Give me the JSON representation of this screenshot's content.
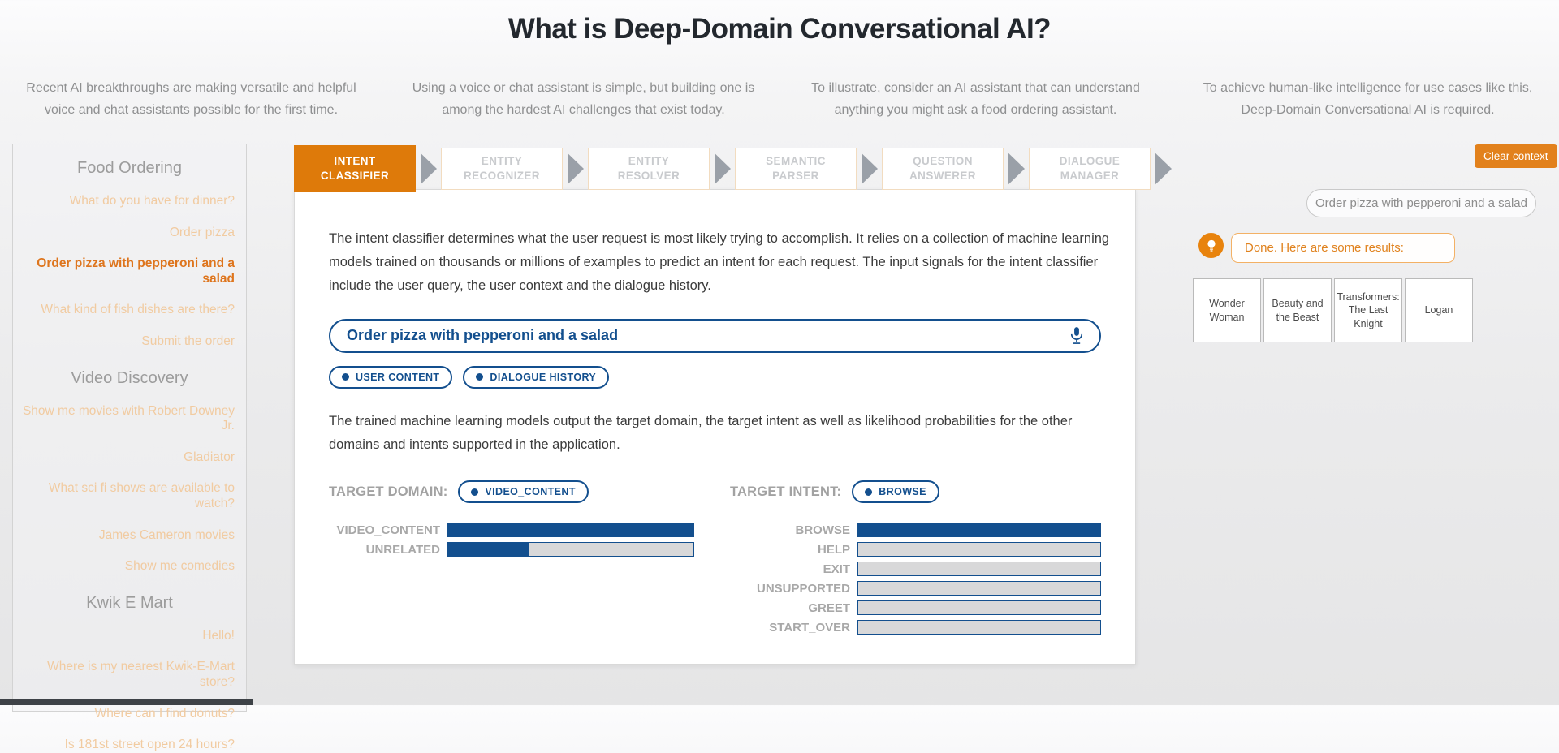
{
  "page": {
    "title": "What is Deep-Domain Conversational AI?"
  },
  "intro": [
    "Recent AI breakthroughs are making versatile and helpful voice and chat assistants possible for the first time.",
    "Using a voice or chat assistant is simple, but building one is among the hardest AI challenges that exist today.",
    "To illustrate, consider an AI assistant that can understand anything you might ask a food ordering assistant.",
    "To achieve human-like intelligence for use cases like this, Deep-Domain Conversational AI is required."
  ],
  "sidebar": {
    "selected_item": "Order pizza with pepperoni and a salad",
    "groups": [
      {
        "label": "Food Ordering",
        "items": [
          "What do you have for dinner?",
          "Order pizza",
          "Order pizza with pepperoni and a salad",
          "What kind of fish dishes are there?",
          "Submit the order"
        ]
      },
      {
        "label": "Video Discovery",
        "items": [
          "Show me movies with Robert Downey Jr.",
          "Gladiator",
          "What sci fi shows are available to watch?",
          "James Cameron movies",
          "Show me comedies"
        ]
      },
      {
        "label": "Kwik E Mart",
        "items": [
          "Hello!",
          "Where is my nearest Kwik-E-Mart store?",
          "Where can I find donuts?",
          "Is 181st street open 24 hours?"
        ]
      }
    ]
  },
  "pipeline": {
    "steps": [
      {
        "label": "INTENT CLASSIFIER",
        "active": true
      },
      {
        "label": "ENTITY RECOGNIZER",
        "active": false
      },
      {
        "label": "ENTITY RESOLVER",
        "active": false
      },
      {
        "label": "SEMANTIC PARSER",
        "active": false
      },
      {
        "label": "QUESTION ANSWERER",
        "active": false
      },
      {
        "label": "DIALOGUE MANAGER",
        "active": false
      }
    ]
  },
  "panel": {
    "paragraph1": "The intent classifier determines what the user request is most likely trying to accomplish. It relies on a collection of machine learning models trained on thousands or millions of examples to predict an intent for each request. The input signals for the intent classifier include the user query, the user context and the dialogue history.",
    "query_value": "Order pizza with pepperoni and a salad",
    "mic_icon": "microphone",
    "input_signals": [
      "USER CONTENT",
      "DIALOGUE HISTORY"
    ],
    "paragraph2": "The trained machine learning models output the target domain, the target intent as well as likelihood probabilities for the other domains and intents supported in the application.",
    "target_domain_label": "TARGET DOMAIN:",
    "target_domain_value": "VIDEO_CONTENT",
    "target_intent_label": "TARGET INTENT:",
    "target_intent_value": "BROWSE",
    "domain_probabilities": [
      {
        "label": "VIDEO_CONTENT",
        "value": 1.0
      },
      {
        "label": "UNRELATED",
        "value": 0.33
      }
    ],
    "intent_probabilities": [
      {
        "label": "BROWSE",
        "value": 1.0
      },
      {
        "label": "HELP",
        "value": 0
      },
      {
        "label": "EXIT",
        "value": 0
      },
      {
        "label": "UNSUPPORTED",
        "value": 0
      },
      {
        "label": "GREET",
        "value": 0
      },
      {
        "label": "START_OVER",
        "value": 0
      }
    ]
  },
  "assistant": {
    "clear_button_label": "Clear context",
    "user_message": "Order pizza with pepperoni and a salad",
    "bot_icon": "lightbulb",
    "bot_message": "Done. Here are some results:",
    "results": [
      "Wonder Woman",
      "Beauty and the Beast",
      "Transformers: The Last Knight",
      "Logan"
    ]
  },
  "colors": {
    "accent_orange": "#de7a0a",
    "button_orange": "#e2811c",
    "navy_blue": "#134F8E",
    "sidebar_item_orange": "#f1cba1",
    "sidebar_selected_orange": "#de751d",
    "bar_gray": "#d8d8d9",
    "muted_gray": "#9c9c9c"
  }
}
